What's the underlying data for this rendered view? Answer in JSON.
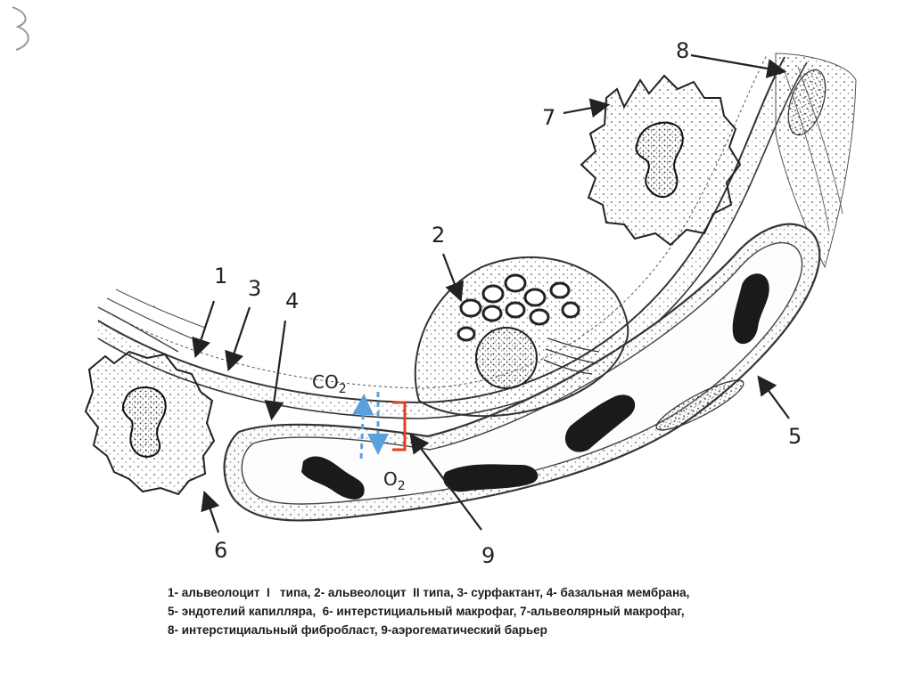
{
  "diagram": {
    "labels": {
      "n1": "1",
      "n2": "2",
      "n3": "3",
      "n4": "4",
      "n5": "5",
      "n6": "6",
      "n7": "7",
      "n8": "8",
      "n9": "9"
    },
    "gases": {
      "co2": "CO",
      "co2_sub": "2",
      "o2": "O",
      "o2_sub": "2"
    },
    "colors": {
      "ink": "#222222",
      "blood": "#1a1a1a",
      "arrow_blue": "#5aa0dc",
      "barrier_red": "#e04020"
    }
  },
  "legend": {
    "line1": "1- альвеолоцит  I   типа, 2- альвеолоцит  II типа, 3- сурфактант, 4- базальная мембрана,",
    "line2": "5- эндотелий капилляра,  6- интерстициальный макрофаг, 7-альвеолярный макрофаг,",
    "line3": "8- интерстициальный фибробласт, 9-аэрогематический барьер"
  }
}
